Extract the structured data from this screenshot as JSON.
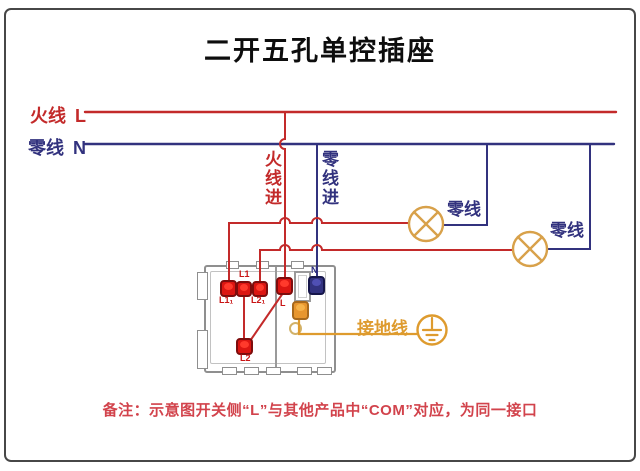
{
  "title": "二开五孔单控插座",
  "colors": {
    "live": "#c32a2a",
    "neutral": "#32327e",
    "lamp": "#d8a14a",
    "ground": "#de9b2e",
    "note": "#d2434c",
    "device": "#8f8f8f",
    "terminal_red": "#dc1612",
    "terminal_red_border": "#7d0d0d",
    "terminal_blue": "#333380",
    "terminal_blue_border": "#16164a",
    "terminal_orange": "#e8962e",
    "terminal_orange_border": "#a8691c"
  },
  "wires": {
    "live_label": "火线",
    "live_letter": "L",
    "neutral_label": "零线",
    "neutral_letter": "N",
    "live_in_label": "火线进",
    "neutral_in_label": "零线进",
    "lamp1_neutral_label": "零线",
    "lamp2_neutral_label": "零线",
    "ground_label": "接地线"
  },
  "device": {
    "terminals": {
      "t1": "L1₁",
      "t2_top": "L1",
      "t3": "L2₁",
      "t4": "L",
      "t5_top": "N",
      "l2": "L2"
    }
  },
  "note": "备注：示意图开关侧“L”与其他产品中“COM”对应，为同一接口"
}
